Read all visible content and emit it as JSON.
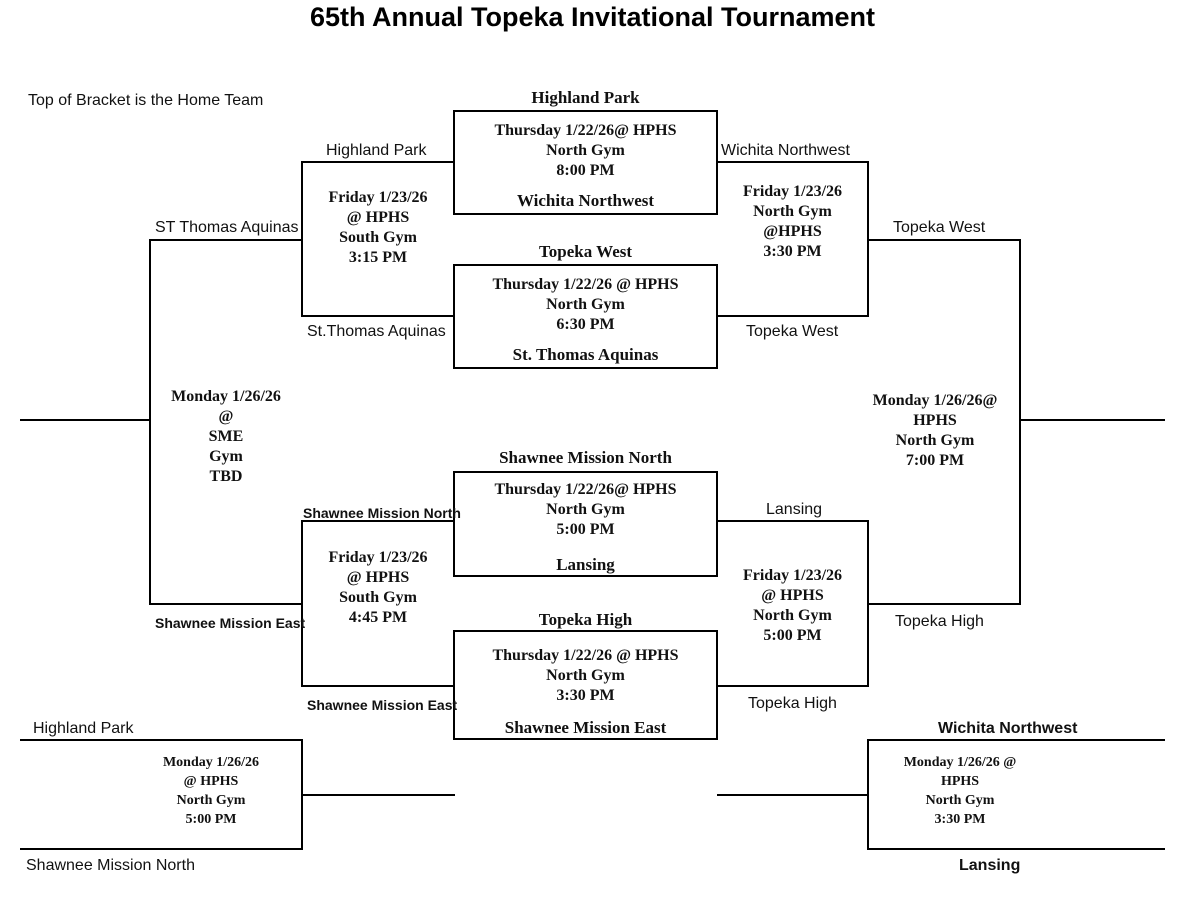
{
  "title": "65th Annual Topeka Invitational Tournament",
  "note": "Top of Bracket is the Home Team",
  "first_round": [
    {
      "home": "Highland Park",
      "away": "Wichita Northwest",
      "info": [
        "Thursday 1/22/26@ HPHS",
        "North Gym",
        "8:00 PM"
      ]
    },
    {
      "home": "Topeka West",
      "away": "St. Thomas Aquinas",
      "info": [
        "Thursday 1/22/26 @ HPHS",
        "North Gym",
        "6:30 PM"
      ]
    },
    {
      "home": "Shawnee Mission North",
      "away": "Lansing",
      "info": [
        "Thursday  1/22/26@ HPHS",
        "North Gym",
        "5:00 PM"
      ]
    },
    {
      "home": "Topeka High",
      "away": "Shawnee Mission East",
      "info": [
        "Thursday 1/22/26 @ HPHS",
        "North Gym",
        "3:30 PM"
      ]
    }
  ],
  "consolation_left_top": {
    "home": "Highland Park",
    "away": "St.Thomas Aquinas",
    "info": [
      "Friday 1/23/26",
      "@ HPHS",
      "South Gym",
      "3:15 PM"
    ]
  },
  "consolation_left_bottom": {
    "home": "Shawnee Mission North",
    "away": "Shawnee Mission East",
    "info": [
      "Friday 1/23/26",
      "@ HPHS",
      "South Gym",
      "4:45 PM"
    ]
  },
  "winners_right_top": {
    "home": "Wichita Northwest",
    "away": "Topeka West",
    "info": [
      "Friday 1/23/26",
      "North Gym",
      "@HPHS",
      "3:30 PM"
    ]
  },
  "winners_right_bottom": {
    "home": "Lansing",
    "away": "Topeka High",
    "info": [
      "Friday 1/23/26",
      "@ HPHS",
      "North Gym",
      "5:00 PM"
    ]
  },
  "final_left": {
    "home": "ST Thomas Aquinas",
    "away": "Shawnee Mission East",
    "info": [
      "Monday 1/26/26",
      "@",
      "SME",
      "Gym",
      "TBD"
    ]
  },
  "final_right": {
    "home": "Topeka West",
    "away": "Topeka High",
    "info": [
      "Monday 1/26/26@",
      "HPHS",
      "North Gym",
      "7:00 PM"
    ]
  },
  "bottom_left": {
    "home": "Highland Park",
    "away": "Shawnee Mission North",
    "info": [
      "Monday 1/26/26",
      "@ HPHS",
      "North Gym",
      "5:00 PM"
    ]
  },
  "bottom_right": {
    "home": "Wichita Northwest",
    "away": "Lansing",
    "info": [
      "Monday 1/26/26 @",
      "HPHS",
      "North Gym",
      "3:30 PM"
    ]
  }
}
